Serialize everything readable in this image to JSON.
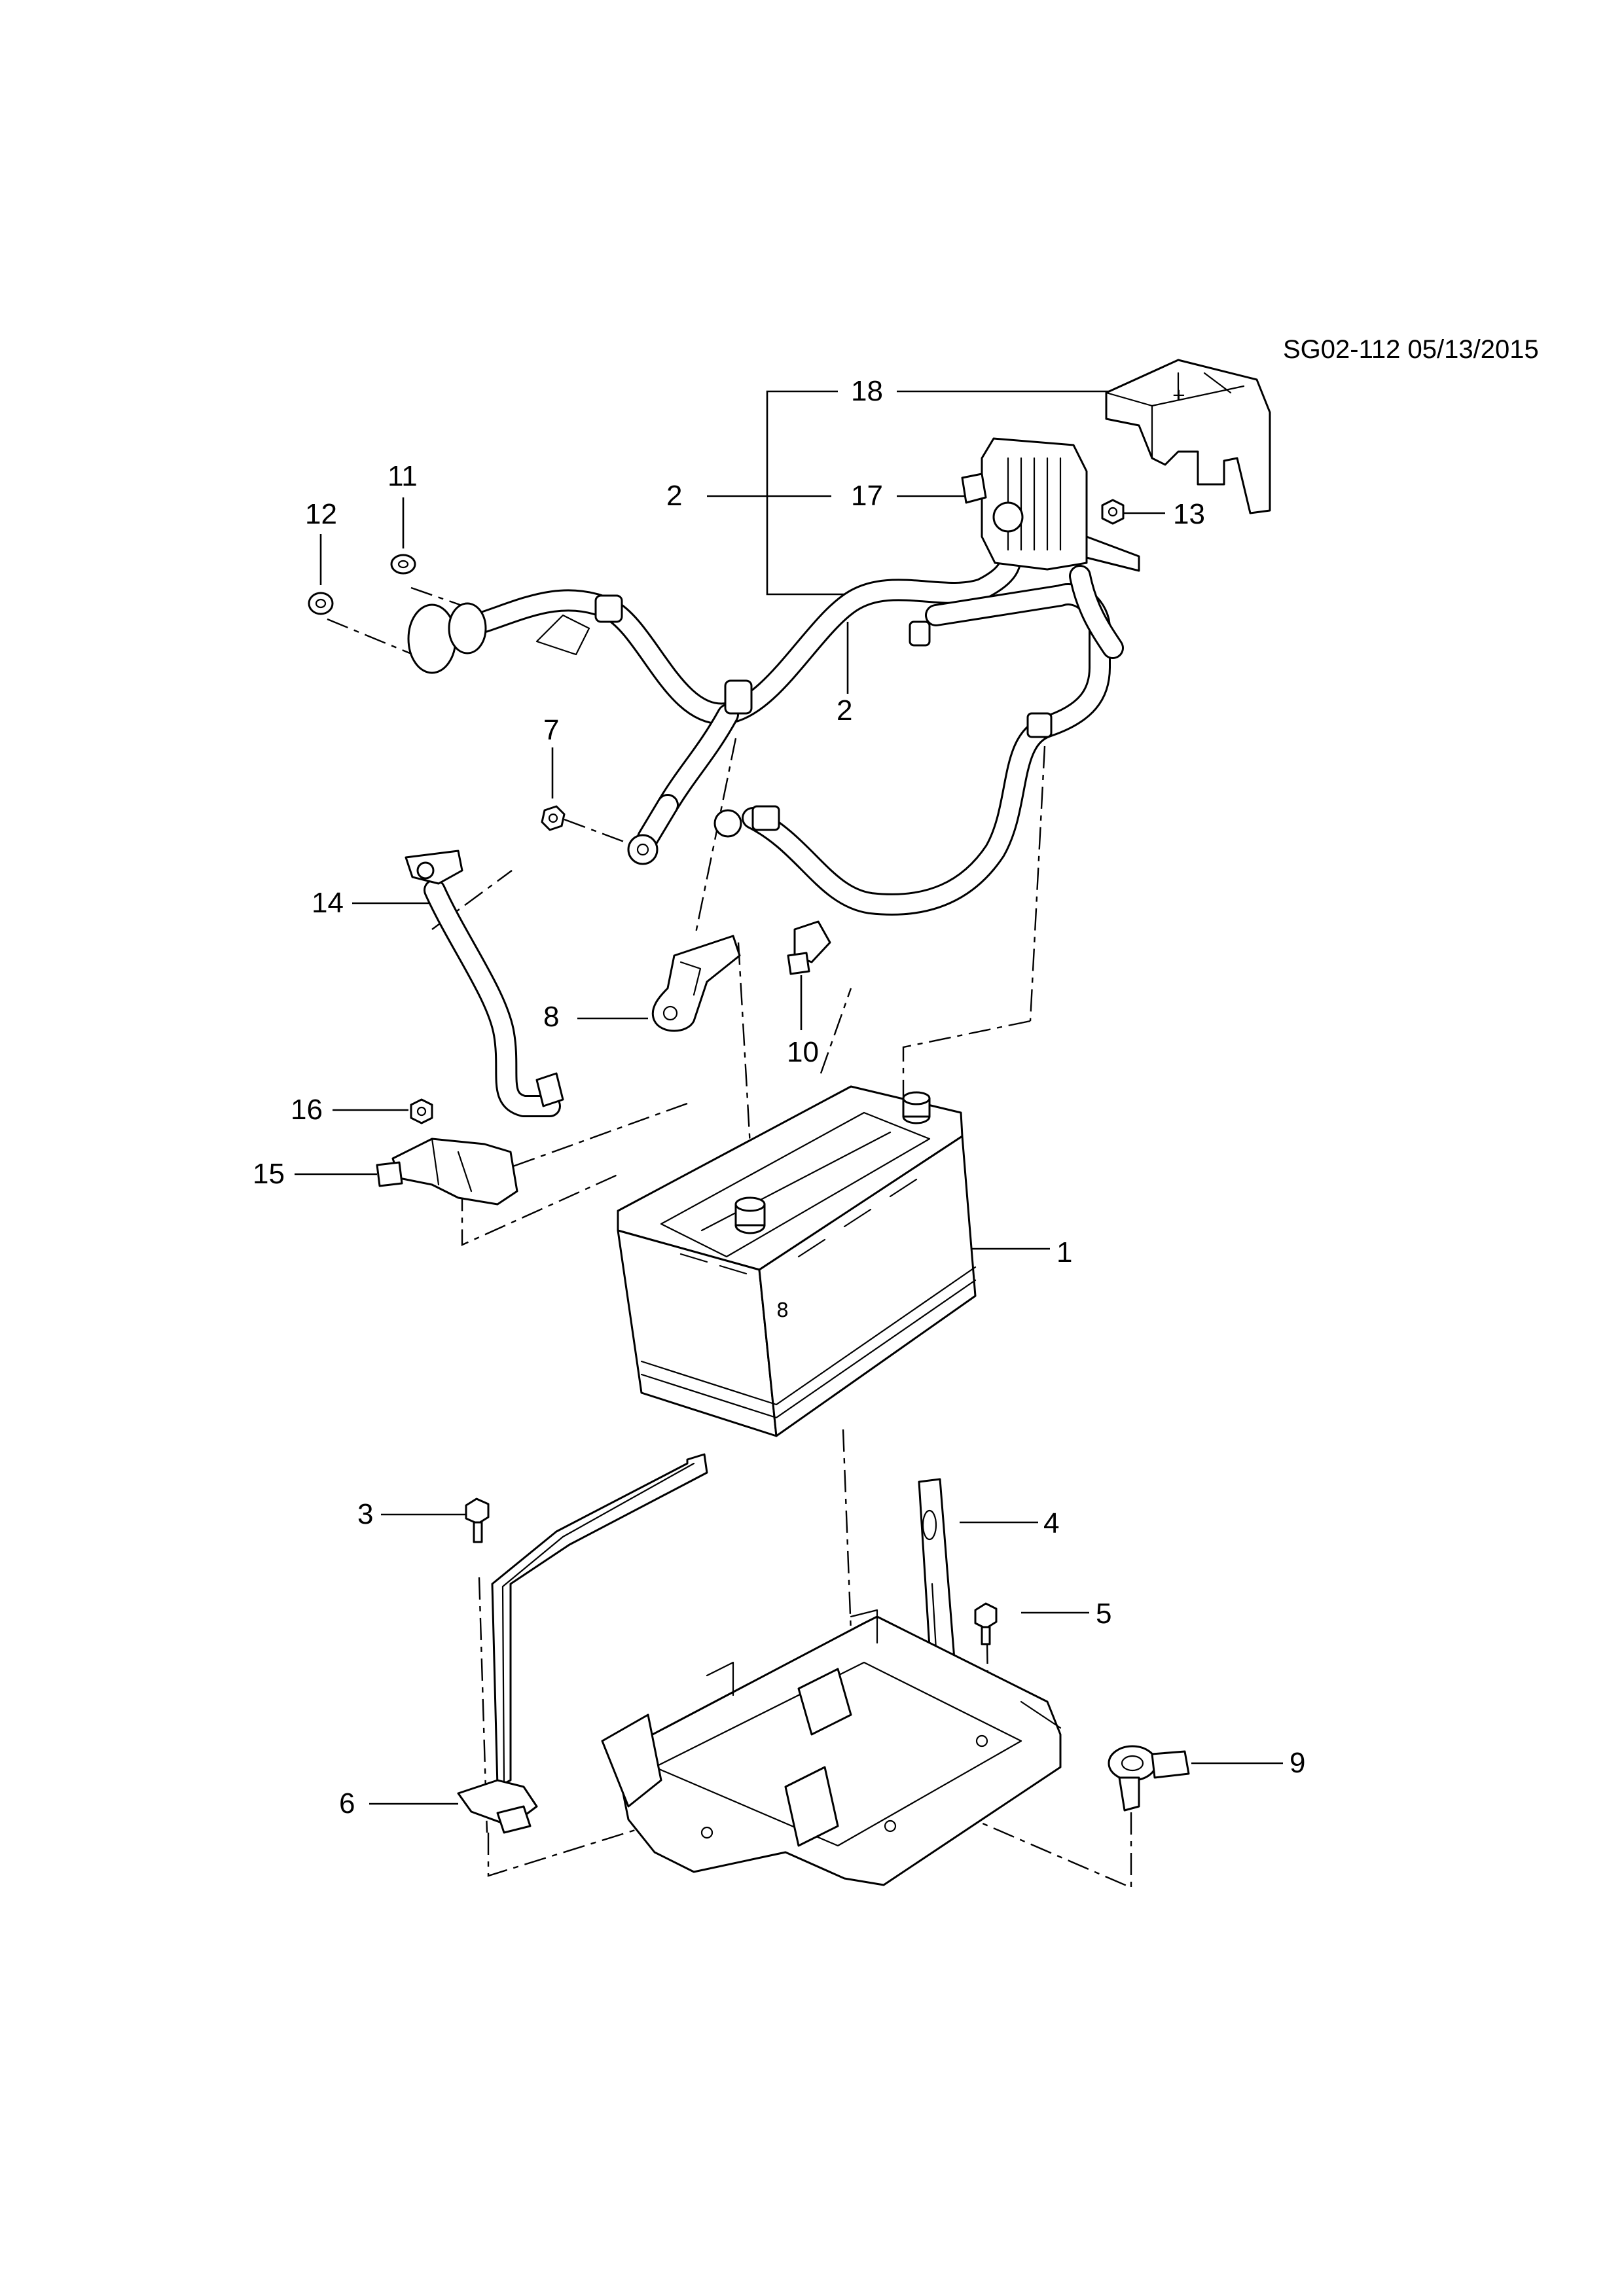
{
  "reference": "SG02-112 05/13/2015",
  "callouts": [
    {
      "id": "c1",
      "label": "1"
    },
    {
      "id": "c2a",
      "label": "2"
    },
    {
      "id": "c2b",
      "label": "2"
    },
    {
      "id": "c3",
      "label": "3"
    },
    {
      "id": "c4",
      "label": "4"
    },
    {
      "id": "c5",
      "label": "5"
    },
    {
      "id": "c6",
      "label": "6"
    },
    {
      "id": "c7",
      "label": "7"
    },
    {
      "id": "c8",
      "label": "8"
    },
    {
      "id": "c9",
      "label": "9"
    },
    {
      "id": "c10",
      "label": "10"
    },
    {
      "id": "c11",
      "label": "11"
    },
    {
      "id": "c12",
      "label": "12"
    },
    {
      "id": "c13",
      "label": "13"
    },
    {
      "id": "c14",
      "label": "14"
    },
    {
      "id": "c15",
      "label": "15"
    },
    {
      "id": "c16",
      "label": "16"
    },
    {
      "id": "c17",
      "label": "17"
    },
    {
      "id": "c18",
      "label": "18"
    }
  ]
}
